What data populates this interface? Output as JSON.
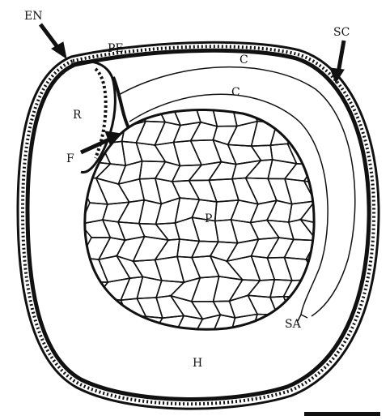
{
  "figure": {
    "labels": {
      "en": "EN",
      "pe": "PE",
      "sc": "SC",
      "c_outer": "C",
      "c_inner": "C",
      "r": "R",
      "f": "F",
      "p": "P",
      "sa": "SA",
      "h": "H"
    },
    "style": {
      "ink": "#111111",
      "paper": "#ffffff"
    },
    "scale_bar": {
      "label": ""
    }
  }
}
